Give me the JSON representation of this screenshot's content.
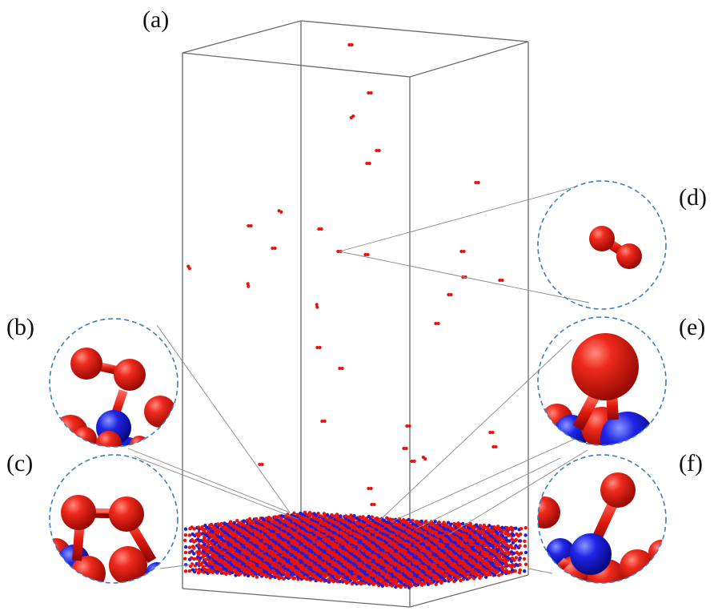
{
  "figure": {
    "panel_labels": {
      "a": "(a)",
      "b": "(b)",
      "c": "(c)",
      "d": "(d)",
      "e": "(e)",
      "f": "(f)"
    },
    "colors": {
      "oxygen_atom": "#e8140c",
      "nitrogen_atom": "#1a1ee0",
      "box_edge": "#6a6a6a",
      "zoom_circle": "#3a7fc1",
      "leader_line": "#8a8a8a"
    },
    "content": {
      "gas_phase_species": "O2 molecules (red dimers) in vacuum region above slab",
      "surface": "crystalline slab of blue and red atoms at box bottom",
      "insets": {
        "b": "O2 adsorbed end-on to blue atom (sideways)",
        "c": "O2 bridging between red surface atoms",
        "d": "isolated O2 molecule in gas phase",
        "e": "single O adatom bonded to surface",
        "f": "O adatom on top of blue atom"
      }
    }
  }
}
